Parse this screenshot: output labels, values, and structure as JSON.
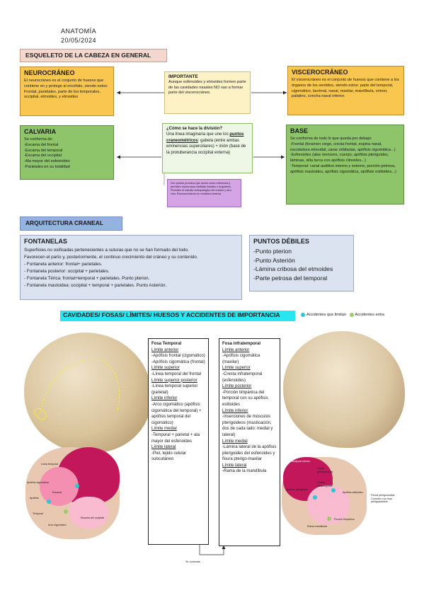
{
  "header": {
    "subject": "ANATOMÍA",
    "date": "20/05/2024"
  },
  "title": "ESQUELETO DE LA CABEZA EN GENERAL",
  "neurocraneo": {
    "title": "NEUROCRÁNEO",
    "text": "El neurocráneo es el conjunto de huesos que contiene en y protege al encéfalo, siendo estos: Frontal, parietales, parte de los temporales, occipital, etmoides, y etmoides"
  },
  "importante": {
    "title": "IMPORTANTE",
    "text": "Aunque esfenoides y etmoides formen parte de las cavidades nasales NO van a formar parte del viscerocráneo."
  },
  "viscerocraneo": {
    "title": "VISCEROCRÁNEO",
    "text": "El viscerocráneo es el conjunto de huesos que contiene a los órganos de los sentidos, siendo estos: parte del temporal, cigomático, lacrimal, nasal, maxilar, mandíbula, vómer, palatino, concha nasal inferior."
  },
  "calvaria": {
    "title": "CALVARIA",
    "lines": [
      "Se conforma de:",
      "-Escama del frontal",
      "-Escama del temporal",
      "-Escama del occipital",
      "-Ala mayor del esfenoides",
      "-Parietales en su totalidad"
    ]
  },
  "division": {
    "question": "¿Cómo se hace la división?",
    "text_pre": "Una línea imaginaria que une los ",
    "text_underlined": "puntos craneométricos",
    "text_post": ": gabela (entre ambas eminencias superciliares) + inión (base de la protuberancia occipital externa)"
  },
  "purple_note": "Son puntos precisos que sirven como referencia y permiten numerosas medidas lineales o angulares. Permiten el estudio antropológico del cráneo y otro. Uso: Reconocimiento en medicina forense",
  "base": {
    "title": "BASE",
    "lines": [
      "Se conforma de todo lo que queda por debajo:",
      "-Frontal (foramen ciego, cresta frontal, espina nasal, escotadura etmoidal, caras orbitarias, apófisis cigomática...)",
      "-Esfenoides (alas menores, cuerpo, apófisis pterigoides, láminas, silla turca con apófisis clinoides...)",
      "-Temporal: canal auditivo interno y externo, porción petrosa, apófisis mastoides, apófisis cigomática, apófisis estiloides...)"
    ]
  },
  "arquitectura": "ARQUITECTURA CRANEAL",
  "fontanelas": {
    "title": "FONTANELAS",
    "lines": [
      "Superficies no osificadas pertenecientes a suturas que no se han formado del todo.",
      "Favorecen el parto y, posteriormente, el continuo crecimiento del cráneo y su contenido.",
      "- Fontanela anterior: frontal+ parietales.",
      "- Fontanela posterior: occipital + parietales.",
      "- Fontanela Térica: frontal+temporal + parietales. Punto pterion.",
      "- Fontanela mastoidea: occipital + temporal + parietales. Punto Asterión."
    ]
  },
  "puntos_debiles": {
    "title": "PUNTOS DÉBILES",
    "items": [
      "-Punto pterion",
      "-Punto Asterión",
      "-Lámina cribosa del etmoides",
      "-Parte petrosa del temporal"
    ]
  },
  "cavidades_title": "CAVIDADES/ FOSAS/ LÍMITES/ HUESOS Y ACCIDENTES DE IMPORTANCIA",
  "legend": {
    "a": "Accidentes que limitan",
    "b": "Accidentes extra"
  },
  "fosa_temporal": {
    "lines": [
      {
        "t": "Fosa Temporal",
        "u": false,
        "b": true
      },
      {
        "t": "Límite anterior",
        "u": true,
        "b": false
      },
      {
        "t": "-Apófisis frontal (cigomático)",
        "u": false,
        "b": false
      },
      {
        "t": "-Apófisis cigomática (frontal)",
        "u": false,
        "b": false
      },
      {
        "t": "Límite superior",
        "u": true,
        "b": false
      },
      {
        "t": "-Línea temporal del frontal",
        "u": false,
        "b": false
      },
      {
        "t": "Límite superior posterior",
        "u": true,
        "b": false
      },
      {
        "t": "-Línea temporal superior (parietal)",
        "u": false,
        "b": false
      },
      {
        "t": "Límite inferior",
        "u": true,
        "b": false
      },
      {
        "t": "-Arco cigomático (apófisis cigomática del temporal) + apófisis temporal del cigomático)",
        "u": false,
        "b": false
      },
      {
        "t": "Límite medial",
        "u": true,
        "b": false
      },
      {
        "t": "-Temporal + parietal + ala mayor del esfenoides",
        "u": false,
        "b": false
      },
      {
        "t": "Límite lateral",
        "u": true,
        "b": false
      },
      {
        "t": "-Piel, tejido celular subcutáneo",
        "u": false,
        "b": false
      }
    ]
  },
  "fosa_infratemporal": {
    "lines": [
      {
        "t": "Fosa infratemporal",
        "u": false,
        "b": true
      },
      {
        "t": "Límite anterior",
        "u": true,
        "b": false
      },
      {
        "t": "-Apófisis cigomática (maxilar)",
        "u": false,
        "b": false
      },
      {
        "t": "Límite superior",
        "u": true,
        "b": false
      },
      {
        "t": "-Cresta infratemporal (esfenoides)",
        "u": false,
        "b": false
      },
      {
        "t": "Límite posterior",
        "u": true,
        "b": false
      },
      {
        "t": "-Porción timpánica del temporal con su apófisis estiloides",
        "u": false,
        "b": false
      },
      {
        "t": "Límite inferior",
        "u": true,
        "b": false
      },
      {
        "t": "-Inserciones de músculos pterigoideos (masticación, dos de cada lado: medial y lateral)",
        "u": false,
        "b": false
      },
      {
        "t": "Límite medial",
        "u": true,
        "b": false
      },
      {
        "t": "-Lámina lateral de la apófisis pterigoides del esfenoides y fisura pterigo-maxilar",
        "u": false,
        "b": false
      },
      {
        "t": "Límite lateral",
        "u": true,
        "b": false
      },
      {
        "t": "-Rama de la mandíbula",
        "u": false,
        "b": false
      }
    ]
  },
  "se_conectan": "Se conectan",
  "left_diagram_labels": [
    "Línea temporal",
    "Apófisis cigomática",
    "Escama",
    "Apófisis",
    "Temporal",
    "Escama del occipital",
    "Arco cigomático"
  ],
  "right_diagram_labels": [
    "Línea temporal inferior",
    "Fisura pterigomaxilar",
    "Cresta infratemporal",
    "Apófisis pterigoides",
    "Apófisis estiloides",
    "Porción timpánica",
    "Rama mandibular"
  ],
  "right_note": "Fisura pterigomaxilar: Conexión con fosa pterigopalatina",
  "colors": {
    "orange": "#f9c74f",
    "green": "#8ec46a",
    "cyan": "#27e6f2",
    "blue": "#94b3e0",
    "skull_pink": "#c2185b"
  }
}
